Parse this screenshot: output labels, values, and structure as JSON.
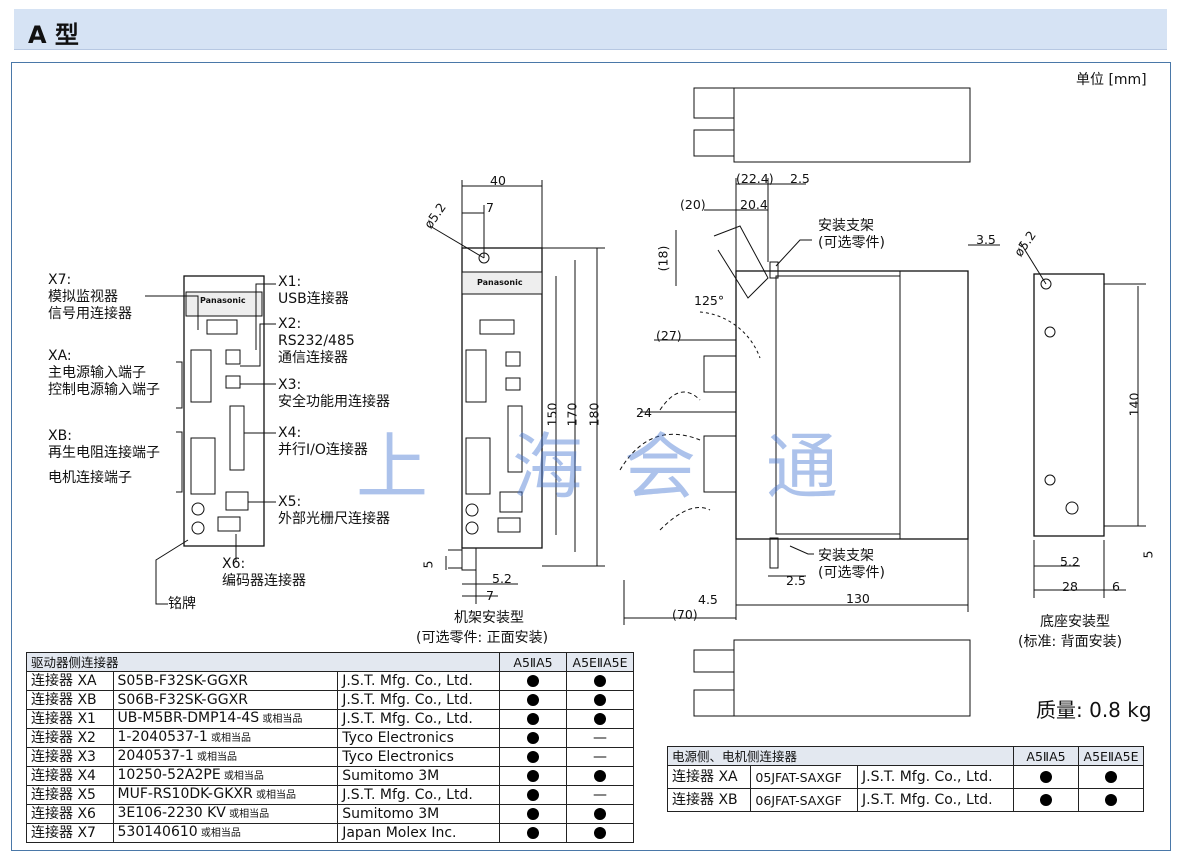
{
  "page_title": "A 型",
  "unit": "单位 [mm]",
  "front_callouts": {
    "x7": [
      "X7:",
      "模拟监视器",
      "信号用连接器"
    ],
    "xa": [
      "XA:",
      "主电源输入端子",
      "控制电源输入端子"
    ],
    "xb": [
      "XB:",
      "再生电阻连接端子",
      "电机连接端子"
    ],
    "x1": [
      "X1:",
      "USB连接器"
    ],
    "x2": [
      "X2:",
      "RS232/485",
      "通信连接器"
    ],
    "x3": [
      "X3:",
      "安全功能用连接器"
    ],
    "x4": [
      "X4:",
      "并行I/O连接器"
    ],
    "x5": [
      "X5:",
      "外部光栅尺连接器"
    ],
    "x6": [
      "X6:",
      "编码器连接器"
    ],
    "nameplate": "铭牌",
    "brand": "Panasonic"
  },
  "rack_mount": {
    "caption1": "机架安装型",
    "caption2": "(可选零件: 正面安装)",
    "dims": {
      "w": "40",
      "off7": "7",
      "hole": "ø5.2",
      "h150": "150",
      "h170": "170",
      "h180": "180",
      "b5": "5",
      "b7": "7",
      "b52": "5.2"
    }
  },
  "side_view": {
    "bracket_top": [
      "安装支架",
      "(可选零件)"
    ],
    "bracket_bottom": [
      "安装支架",
      "(可选零件)"
    ],
    "dims": {
      "d224": "(22.4)",
      "d25top": "2.5",
      "d20": "(20)",
      "d204": "20.4",
      "d18": "(18)",
      "angle": "125°",
      "d27": "(27)",
      "d24": "24",
      "d35": "3.5",
      "d45": "4.5",
      "d25bot": "2.5",
      "d70": "(70)",
      "d130": "130"
    }
  },
  "base_mount": {
    "caption1": "底座安装型",
    "caption2": "(标准: 背面安装)",
    "dims": {
      "hole": "ø5.2",
      "h140": "140",
      "d52": "5.2",
      "d28": "28",
      "d6": "6",
      "d5": "5"
    }
  },
  "mass": "质量: 0.8 kg",
  "watermark": [
    "上",
    "海",
    "会",
    "通"
  ],
  "driver_table": {
    "title": "驱动器侧连接器",
    "col_a": "A5ⅡA5",
    "col_b": "A5EⅡA5E",
    "or_equiv": "或相当品",
    "rows": [
      {
        "name": "连接器 XA",
        "part": "S05B-F32SK-GGXR",
        "maker": "J.S.T. Mfg. Co., Ltd.",
        "a": "●",
        "b": "●",
        "eq": false
      },
      {
        "name": "连接器 XB",
        "part": "S06B-F32SK-GGXR",
        "maker": "J.S.T. Mfg. Co., Ltd.",
        "a": "●",
        "b": "●",
        "eq": false
      },
      {
        "name": "连接器 X1",
        "part": "UB-M5BR-DMP14-4S",
        "maker": "J.S.T. Mfg. Co., Ltd.",
        "a": "●",
        "b": "●",
        "eq": true
      },
      {
        "name": "连接器 X2",
        "part": "1-2040537-1",
        "maker": "Tyco Electronics",
        "a": "●",
        "b": "—",
        "eq": true
      },
      {
        "name": "连接器 X3",
        "part": "2040537-1",
        "maker": "Tyco Electronics",
        "a": "●",
        "b": "—",
        "eq": true
      },
      {
        "name": "连接器 X4",
        "part": "10250-52A2PE",
        "maker": "Sumitomo 3M",
        "a": "●",
        "b": "●",
        "eq": true
      },
      {
        "name": "连接器 X5",
        "part": "MUF-RS10DK-GKXR",
        "maker": "J.S.T. Mfg. Co., Ltd.",
        "a": "●",
        "b": "—",
        "eq": true
      },
      {
        "name": "连接器 X6",
        "part": "3E106-2230 KV",
        "maker": "Sumitomo 3M",
        "a": "●",
        "b": "●",
        "eq": true
      },
      {
        "name": "连接器 X7",
        "part": "530140610",
        "maker": "Japan Molex Inc.",
        "a": "●",
        "b": "●",
        "eq": true
      }
    ]
  },
  "motor_table": {
    "title": "电源侧、电机侧连接器",
    "col_a": "A5ⅡA5",
    "col_b": "A5EⅡA5E",
    "rows": [
      {
        "name": "连接器 XA",
        "part": "05JFAT-SAXGF",
        "maker": "J.S.T. Mfg. Co., Ltd.",
        "a": "●",
        "b": "●"
      },
      {
        "name": "连接器 XB",
        "part": "06JFAT-SAXGF",
        "maker": "J.S.T. Mfg. Co., Ltd.",
        "a": "●",
        "b": "●"
      }
    ]
  }
}
